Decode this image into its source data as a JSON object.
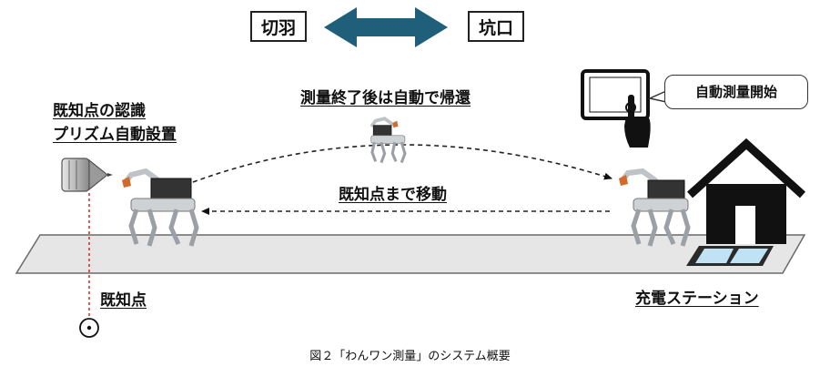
{
  "labels": {
    "face": "切羽",
    "portal": "坑口",
    "known_point_recognition_line1": "既知点の認識",
    "known_point_recognition_line2": "プリズム自動設置",
    "auto_return": "測量終了後は自動で帰還",
    "move_to_known_point": "既知点まで移動",
    "known_point": "既知点",
    "charging_station": "充電ステーション",
    "auto_survey_start": "自動測量開始"
  },
  "caption": "図２「わんワン測量」のシステム概要",
  "colors": {
    "arrow_fill": "#1f5f7a",
    "laser": "#e0302a",
    "ground": "#e6e6e6",
    "robot_body": "#333333",
    "robot_legs": "#bfc3c7",
    "arm_orange": "#d36a2a",
    "house": "#111111",
    "panel_blue": "#bfe3f5"
  },
  "icons": [
    "double-arrow-icon",
    "total-station-icon",
    "robot-dog-icon",
    "tablet-icon",
    "hand-pointer-icon",
    "house-icon",
    "prism-target-icon"
  ]
}
